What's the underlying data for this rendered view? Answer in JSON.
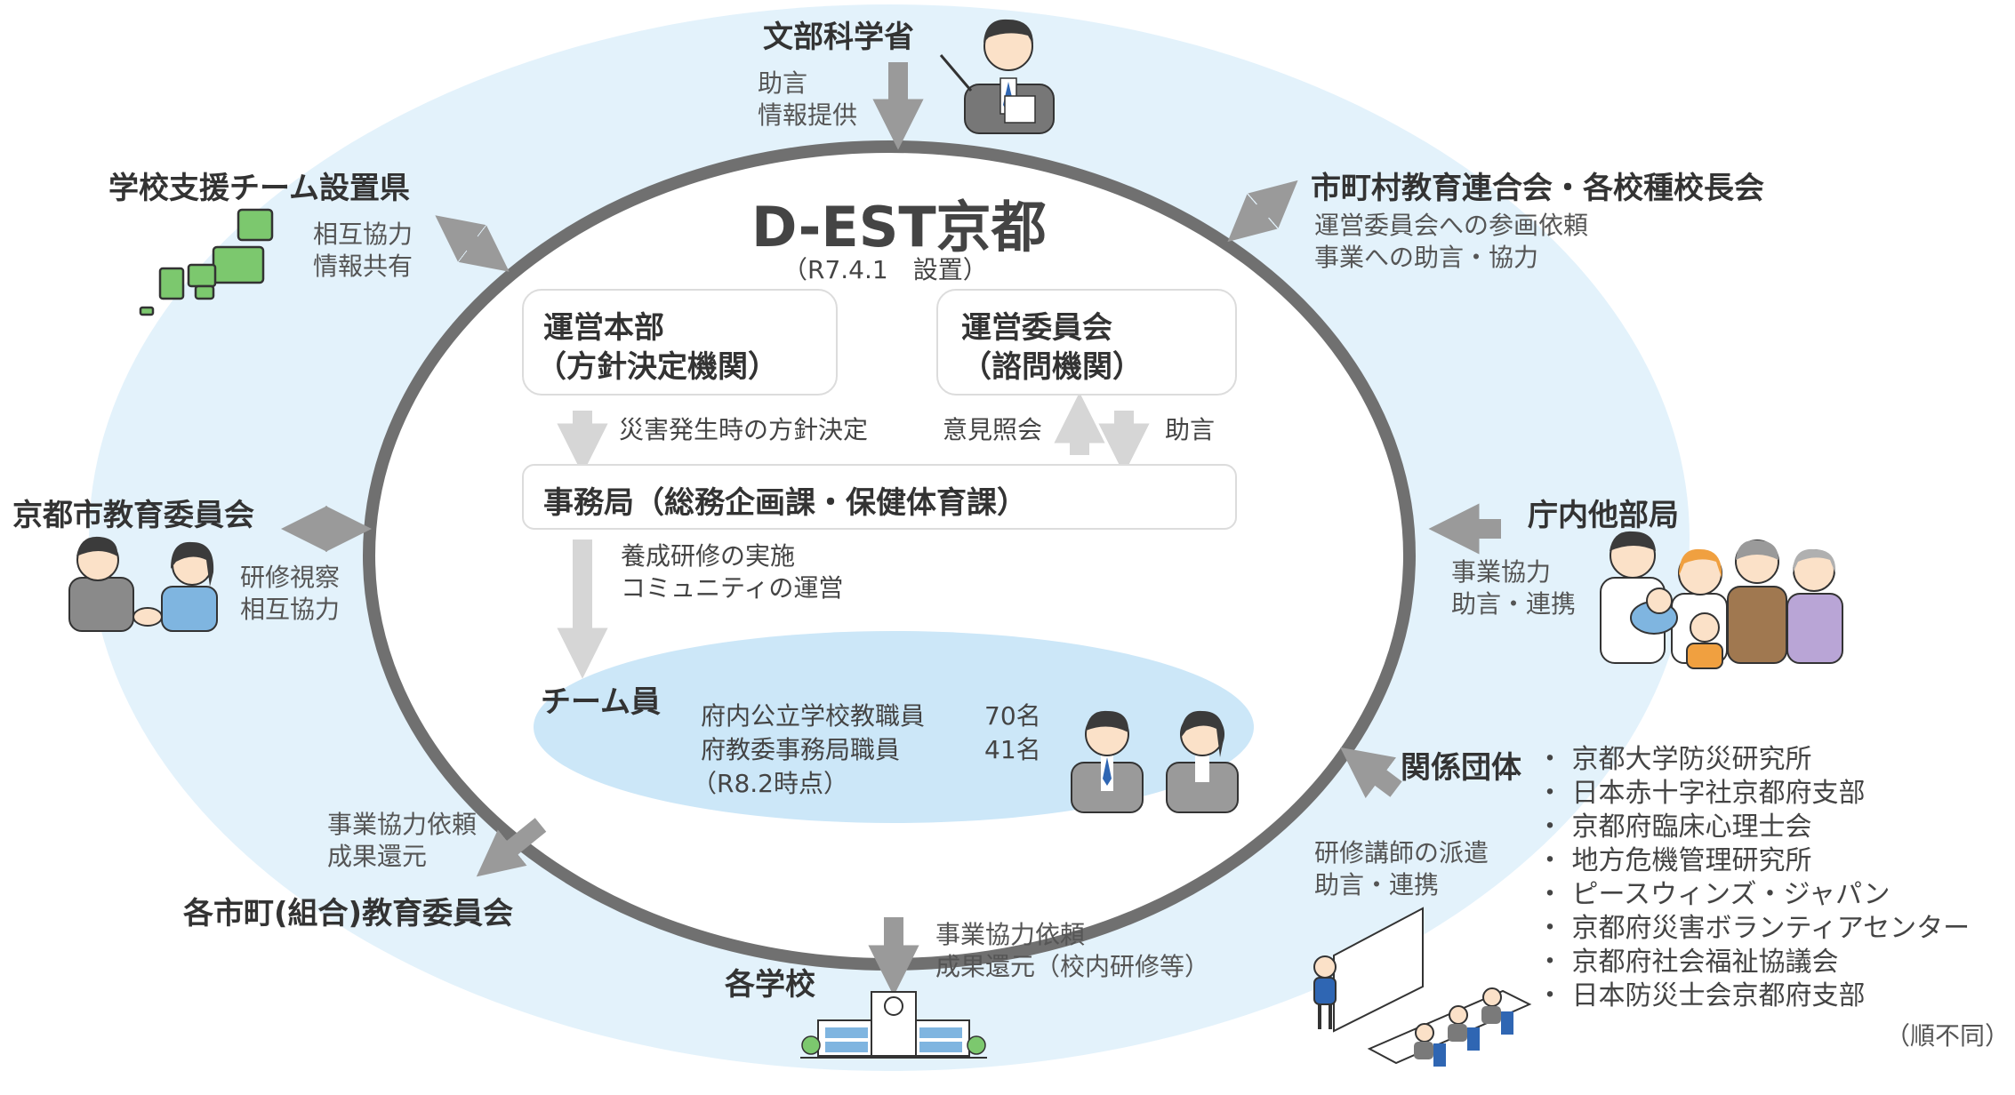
{
  "center": {
    "title": "D-EST京都",
    "subtitle": "（R7.4.1　設置）"
  },
  "hq": {
    "line1": "運営本部",
    "line2": "（方針決定機関）"
  },
  "committee": {
    "line1": "運営委員会",
    "line2": "（諮問機関）"
  },
  "flow": {
    "hq_to_office": "災害発生時の方針決定",
    "office_to_committee": "意見照会",
    "committee_to_office": "助言",
    "office_to_members_1": "養成研修の実施",
    "office_to_members_2": "コミュニティの運営"
  },
  "office": {
    "label": "事務局（総務企画課・保健体育課）"
  },
  "team": {
    "label": "チーム員",
    "row1_name": "府内公立学校教職員",
    "row1_count": "70名",
    "row2_name": "府教委事務局職員",
    "row2_count": "41名",
    "note": "（R8.2時点）"
  },
  "mext": {
    "title": "文部科学省",
    "line1": "助言",
    "line2": "情報提供"
  },
  "support_pref": {
    "title": "学校支援チーム設置県",
    "line1": "相互協力",
    "line2": "情報共有"
  },
  "kyoto_city": {
    "title": "京都市教育委員会",
    "line1": "研修視察",
    "line2": "相互協力"
  },
  "municipal": {
    "title": "各市町(組合)教育委員会",
    "line1": "事業協力依頼",
    "line2": "成果還元"
  },
  "schools": {
    "title": "各学校",
    "line1": "事業協力依頼",
    "line2": "成果還元（校内研修等）"
  },
  "assoc": {
    "title": "市町村教育連合会・各校種校長会",
    "line1": "運営委員会への参画依頼",
    "line2": "事業への助言・協力"
  },
  "depts": {
    "title": "庁内他部局",
    "line1": "事業協力",
    "line2": "助言・連携"
  },
  "orgs": {
    "title": "関係団体",
    "line1": "研修講師の派遣",
    "line2": "助言・連携",
    "items": [
      "京都大学防災研究所",
      "日本赤十字社京都府支部",
      "京都府臨床心理士会",
      "地方危機管理研究所",
      "ピースウィンズ・ジャパン",
      "京都府災害ボランティアセンター",
      "京都府社会福祉協議会",
      "日本防災士会京都府支部"
    ],
    "footnote": "（順不同）"
  },
  "colors": {
    "outer_ellipse": "#e3f2fb",
    "ring": "#707070",
    "team_ellipse": "#cce7f8",
    "arrow": "#9a9a9a",
    "arrow_light": "#d6d6d6"
  }
}
